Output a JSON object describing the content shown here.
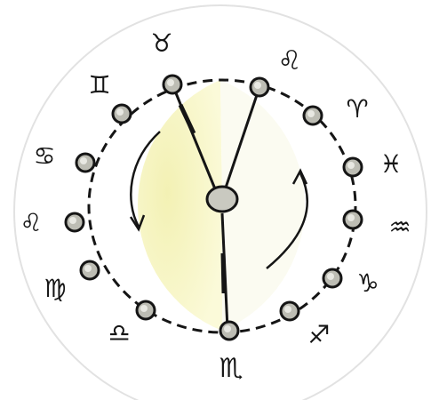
{
  "diagram": {
    "signs": [
      {
        "key": "taurus",
        "symbol": "♉"
      },
      {
        "key": "gemini",
        "symbol": "♊"
      },
      {
        "key": "cancer",
        "symbol": "♋"
      },
      {
        "key": "leo",
        "symbol": "♌"
      },
      {
        "key": "virgo",
        "symbol": "♍"
      },
      {
        "key": "libra",
        "symbol": "♎"
      },
      {
        "key": "scorpio",
        "symbol": "♏"
      },
      {
        "key": "sagittarius",
        "symbol": "♐"
      },
      {
        "key": "capricorn",
        "symbol": "♑"
      },
      {
        "key": "aquarius",
        "symbol": "♒"
      },
      {
        "key": "pisces",
        "symbol": "♓"
      },
      {
        "key": "aries",
        "symbol": "♈"
      },
      {
        "key": "leo-top",
        "symbol": "♌"
      }
    ],
    "colors": {
      "ink": "#151515",
      "yellow_half": "#f7f6c8",
      "right_half": "#fbfbf0",
      "bead": "#b8b8b0",
      "background_ring": "#d9d9d9"
    }
  }
}
